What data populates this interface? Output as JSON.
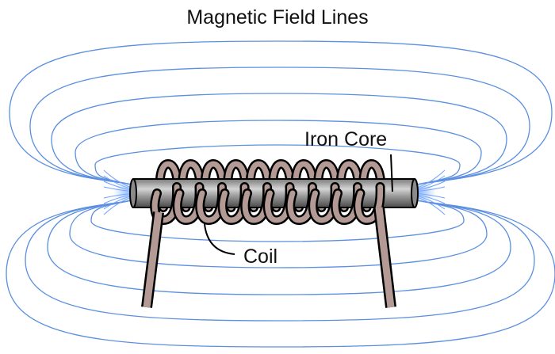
{
  "title": "Magnetic Field Lines",
  "labels": {
    "core": "Iron Core",
    "coil": "Coil"
  },
  "colors": {
    "field_line": "#5b8fe0",
    "field_glow": "#6fa0ff",
    "coil_fill": "#b49a94",
    "coil_outline": "#000000",
    "core_dark": "#5a5a5a",
    "core_light": "#d4d4d4",
    "text": "#111111"
  },
  "diagram": {
    "field_line_count_top": 5,
    "field_line_count_bottom": 5,
    "coil_turns": 10
  }
}
